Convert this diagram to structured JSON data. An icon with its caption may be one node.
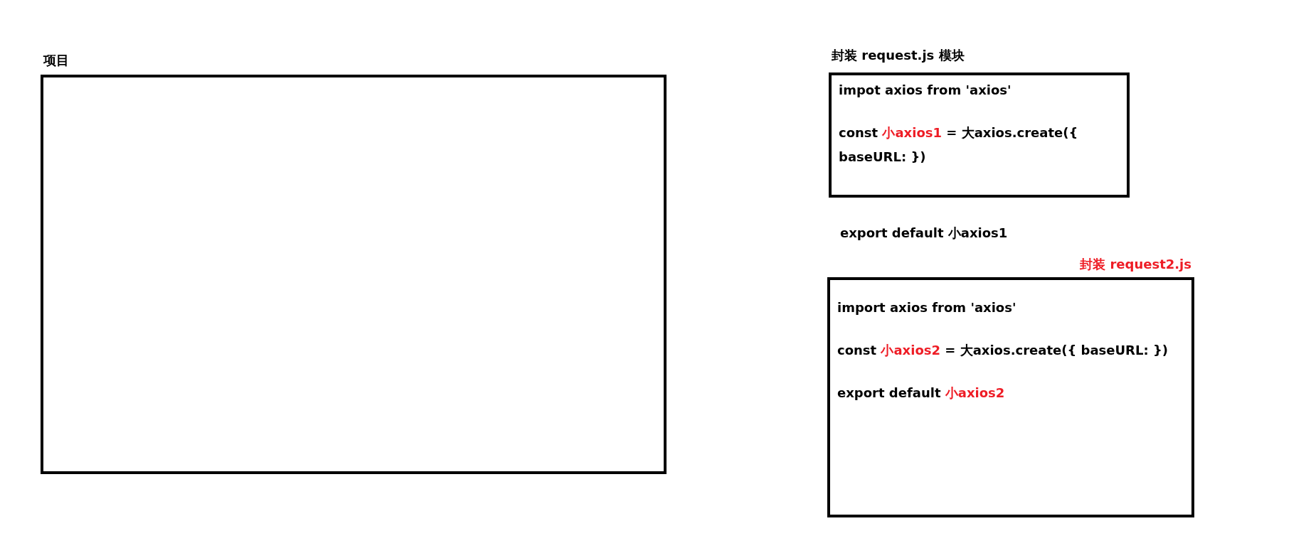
{
  "diagram": {
    "nodes": [
      {
        "text": [
          "项目"
        ]
      },
      {
        "text": [
          "封装 request.js 模块",
          "impot axios from 'axios'",
          "const 小axios1 = 大axios.create({ baseURL: })"
        ],
        "beside": [
          "export default 小axios1"
        ]
      },
      {
        "text": [
          "封装 request2.js",
          "import axios from 'axios'",
          "const 小axios2 = 大axios.create({ baseURL: })",
          "export default 小axios2"
        ]
      }
    ],
    "edges": []
  }
}
